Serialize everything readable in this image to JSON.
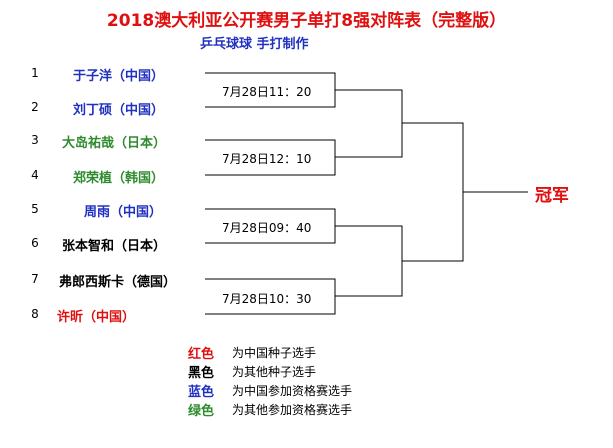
{
  "title": "2018澳大利亚公开赛男子单打8强对阵表（完整版）",
  "subtitle": "乒乓球球    手打制作",
  "colors": {
    "red": "#e01010",
    "black": "#000000",
    "blue": "#2030c0",
    "green": "#2e8b2e"
  },
  "players": [
    {
      "seed": "1",
      "name": "于子洋（中国）",
      "color": "#2030c0"
    },
    {
      "seed": "2",
      "name": "刘丁硕（中国）",
      "color": "#2030c0"
    },
    {
      "seed": "3",
      "name": "大岛祐哉（日本）",
      "color": "#2e8b2e"
    },
    {
      "seed": "4",
      "name": "郑荣植（韩国）",
      "color": "#2e8b2e"
    },
    {
      "seed": "5",
      "name": "周雨（中国）",
      "color": "#2030c0"
    },
    {
      "seed": "6",
      "name": "张本智和（日本）",
      "color": "#000000"
    },
    {
      "seed": "7",
      "name": "弗郎西斯卡（德国）",
      "color": "#000000"
    },
    {
      "seed": "8",
      "name": "许昕（中国）",
      "color": "#e01010"
    }
  ],
  "matches": [
    {
      "time": "7月28日11：20"
    },
    {
      "time": "7月28日12：10"
    },
    {
      "time": "7月28日09：40"
    },
    {
      "time": "7月28日10：30"
    }
  ],
  "champion": "冠军",
  "legend": [
    {
      "key": "红色",
      "text": "为中国种子选手",
      "color": "#e01010"
    },
    {
      "key": "黑色",
      "text": "为其他种子选手",
      "color": "#000000"
    },
    {
      "key": "蓝色",
      "text": "为中国参加资格赛选手",
      "color": "#2030c0"
    },
    {
      "key": "绿色",
      "text": "为其他参加资格赛选手",
      "color": "#2e8b2e"
    }
  ]
}
